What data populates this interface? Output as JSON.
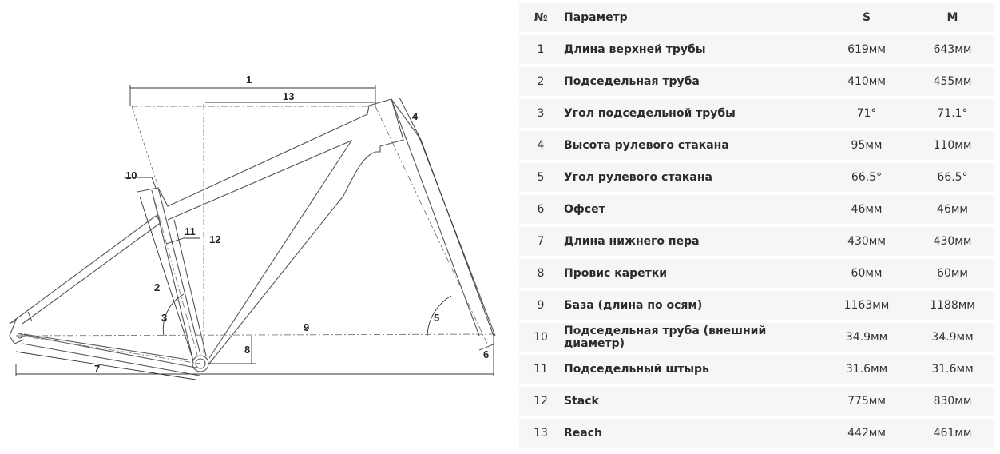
{
  "diagram": {
    "labels": [
      "1",
      "2",
      "3",
      "4",
      "5",
      "6",
      "7",
      "8",
      "9",
      "10",
      "11",
      "12",
      "13"
    ]
  },
  "table": {
    "headers": {
      "num": "№",
      "param": "Параметр",
      "s": "S",
      "m": "M"
    },
    "rows": [
      {
        "num": "1",
        "param": "Длина верхней трубы",
        "s": "619мм",
        "m": "643мм"
      },
      {
        "num": "2",
        "param": "Подседельная труба",
        "s": "410мм",
        "m": "455мм"
      },
      {
        "num": "3",
        "param": "Угол подседельной трубы",
        "s": "71°",
        "m": "71.1°"
      },
      {
        "num": "4",
        "param": "Высота рулевого стакана",
        "s": "95мм",
        "m": "110мм"
      },
      {
        "num": "5",
        "param": "Угол рулевого стакана",
        "s": "66.5°",
        "m": "66.5°"
      },
      {
        "num": "6",
        "param": "Офсет",
        "s": "46мм",
        "m": "46мм"
      },
      {
        "num": "7",
        "param": "Длина нижнего пера",
        "s": "430мм",
        "m": "430мм"
      },
      {
        "num": "8",
        "param": "Провис каретки",
        "s": "60мм",
        "m": "60мм"
      },
      {
        "num": "9",
        "param": "База (длина по осям)",
        "s": "1163мм",
        "m": "1188мм"
      },
      {
        "num": "10",
        "param": "Подседельная труба (внешний диаметр)",
        "s": "34.9мм",
        "m": "34.9мм"
      },
      {
        "num": "11",
        "param": "Подседельный штырь",
        "s": "31.6мм",
        "m": "31.6мм"
      },
      {
        "num": "12",
        "param": "Stack",
        "s": "775мм",
        "m": "830мм"
      },
      {
        "num": "13",
        "param": "Reach",
        "s": "442мм",
        "m": "461мм"
      }
    ]
  }
}
